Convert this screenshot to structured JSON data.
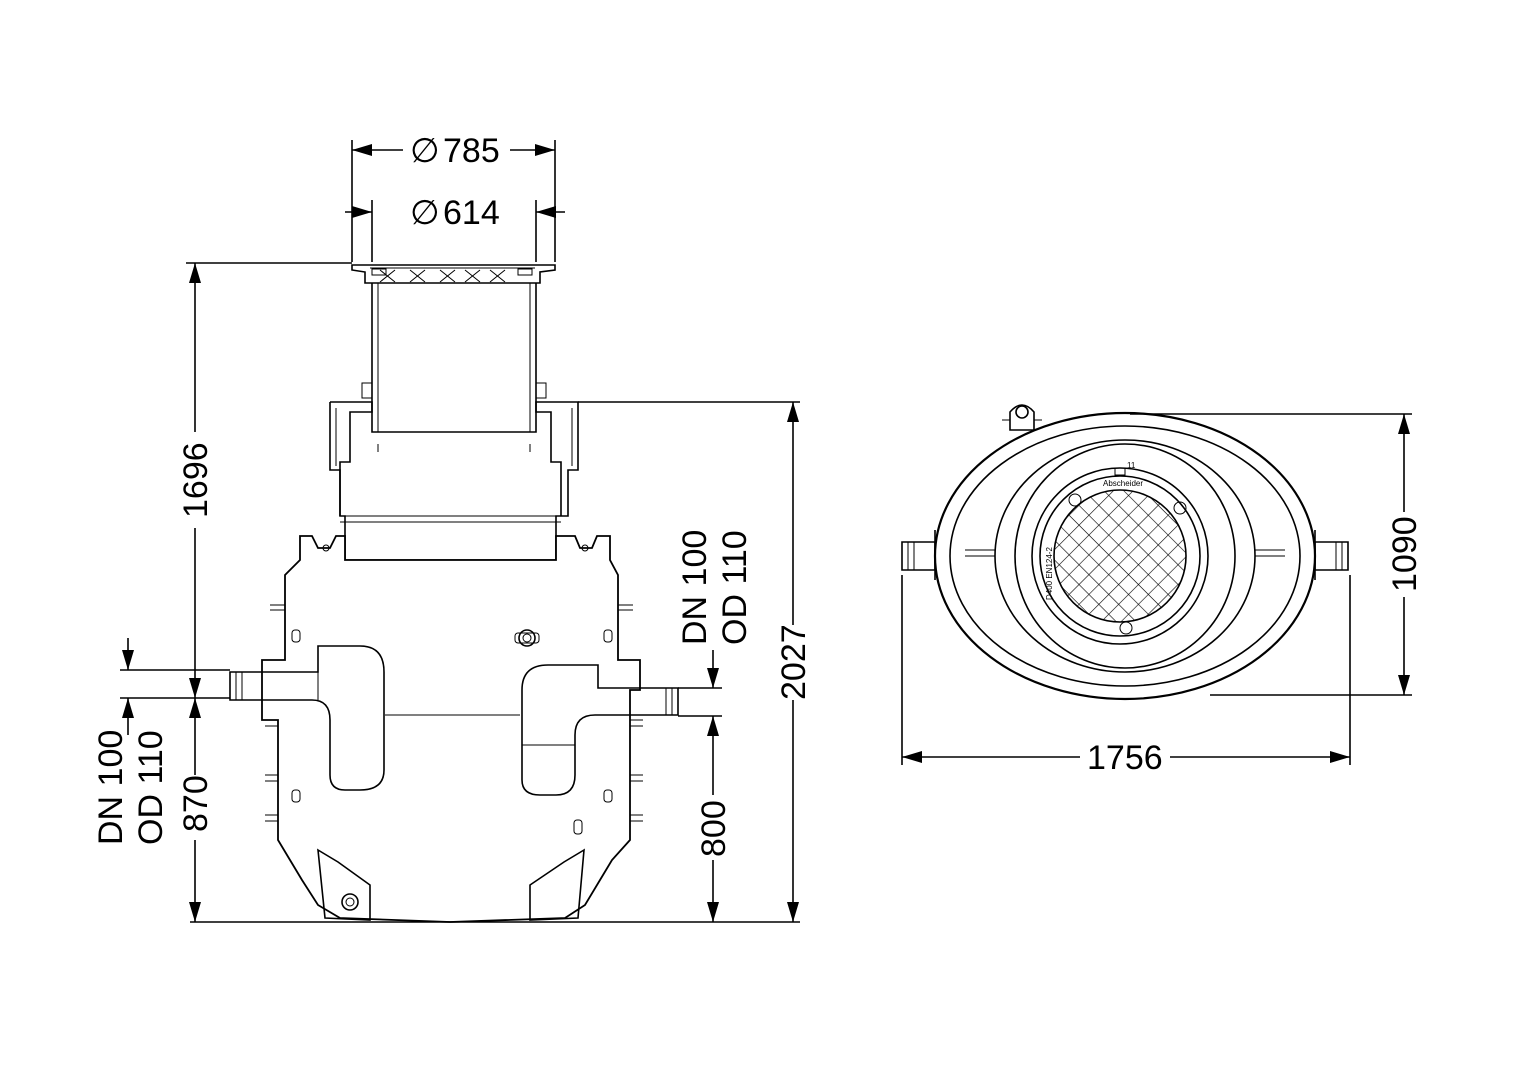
{
  "side_view": {
    "dim_top_outer": "785",
    "dim_top_inner": "614",
    "diameter_symbol": "∅",
    "dim_cover_to_inlet": "1696",
    "dim_overall_height": "2027",
    "dim_inlet_height": "870",
    "dim_outlet_height": "800",
    "inlet_dn": "DN 100",
    "inlet_od": "OD 110",
    "outlet_dn": "DN 100",
    "outlet_od": "OD 110"
  },
  "top_view": {
    "dim_width": "1756",
    "dim_depth": "1090",
    "cover_text": "Abscheider",
    "cover_text_side": "D400 EN124-2",
    "cover_number": "11"
  }
}
